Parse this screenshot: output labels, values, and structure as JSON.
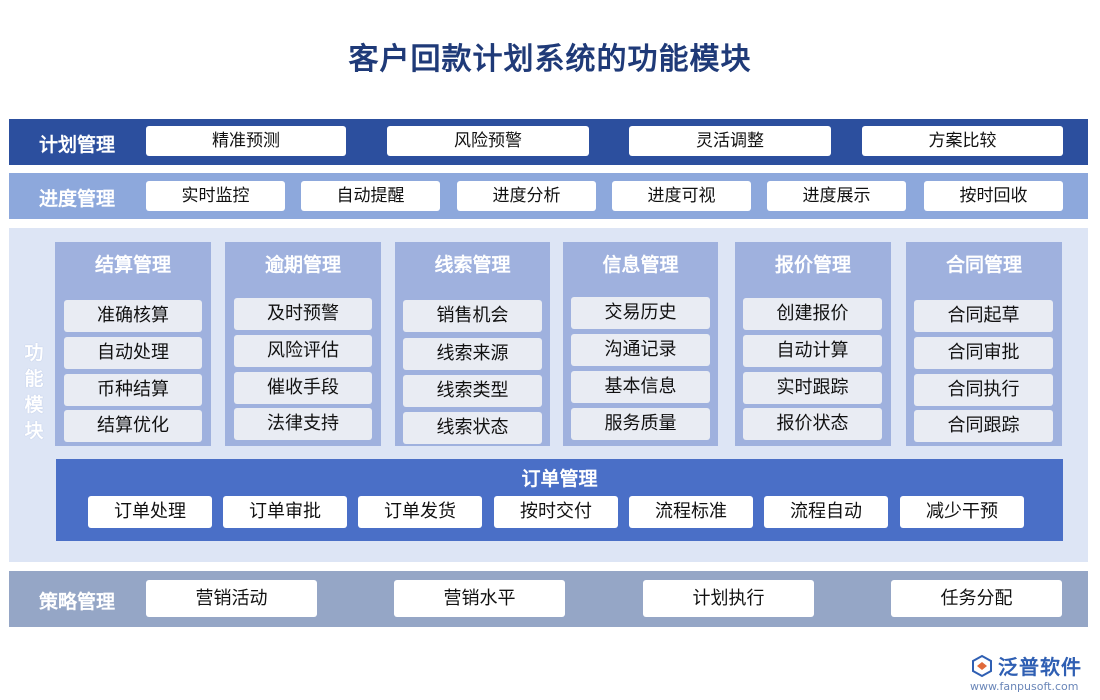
{
  "title": "客户回款计划系统的功能模块",
  "plan": {
    "label": "计划管理",
    "items": [
      "精准预测",
      "风险预警",
      "灵活调整",
      "方案比较"
    ]
  },
  "progress": {
    "label": "进度管理",
    "items": [
      "实时监控",
      "自动提醒",
      "进度分析",
      "进度可视",
      "进度展示",
      "按时回收"
    ]
  },
  "function": {
    "label": "功能模块",
    "cards": [
      {
        "title": "结算管理",
        "items": [
          "准确核算",
          "自动处理",
          "币种结算",
          "结算优化"
        ]
      },
      {
        "title": "逾期管理",
        "items": [
          "及时预警",
          "风险评估",
          "催收手段",
          "法律支持"
        ]
      },
      {
        "title": "线索管理",
        "items": [
          "销售机会",
          "线索来源",
          "线索类型",
          "线索状态"
        ]
      },
      {
        "title": "信息管理",
        "items": [
          "交易历史",
          "沟通记录",
          "基本信息",
          "服务质量"
        ]
      },
      {
        "title": "报价管理",
        "items": [
          "创建报价",
          "自动计算",
          "实时跟踪",
          "报价状态"
        ]
      },
      {
        "title": "合同管理",
        "items": [
          "合同起草",
          "合同审批",
          "合同执行",
          "合同跟踪"
        ]
      }
    ],
    "order": {
      "title": "订单管理",
      "items": [
        "订单处理",
        "订单审批",
        "订单发货",
        "按时交付",
        "流程标准",
        "流程自动",
        "减少干预"
      ]
    }
  },
  "strategy": {
    "label": "策略管理",
    "items": [
      "营销活动",
      "营销水平",
      "计划执行",
      "任务分配"
    ]
  },
  "logo": {
    "name": "泛普软件",
    "url": "www.fanpusoft.com"
  },
  "colors": {
    "title": "#1f3a78",
    "plan_band": "#2c4f9e",
    "progress_band": "#8da8dc",
    "function_bg": "#dde5f5",
    "card": "#9fb1de",
    "order": "#4a6fc7",
    "strategy_band": "#95a6c6"
  }
}
